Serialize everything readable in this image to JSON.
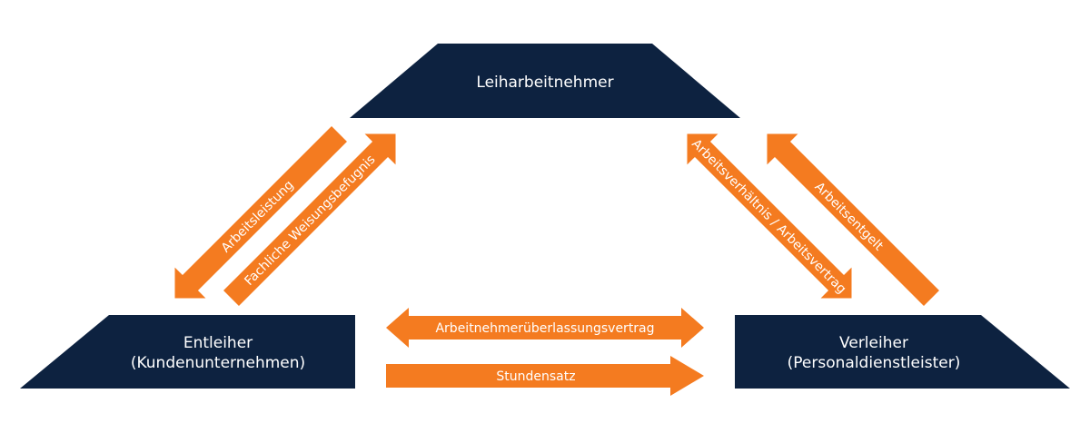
{
  "colors": {
    "node_fill": "#0d2240",
    "arrow_fill": "#f47b20",
    "text": "#ffffff",
    "background": "#ffffff"
  },
  "nodes": {
    "top": {
      "label": "Leiharbeitnehmer"
    },
    "left": {
      "line1": "Entleiher",
      "line2": "(Kundenunternehmen)"
    },
    "right": {
      "line1": "Verleiher",
      "line2": "(Personaldienstleister)"
    }
  },
  "arrows": {
    "arbeitsleistung": "Arbeitsleistung",
    "weisungsbefugnis": "Fachliche Weisungsbefugnis",
    "arbeitsverhaeltnis": "Arbeitsverhältnis / Arbeitsvertrag",
    "arbeitsentgelt": "Arbeitsentgelt",
    "ueberlassungsvertrag": "Arbeitnehmerüberlassungsvertrag",
    "stundensatz": "Stundensatz"
  }
}
